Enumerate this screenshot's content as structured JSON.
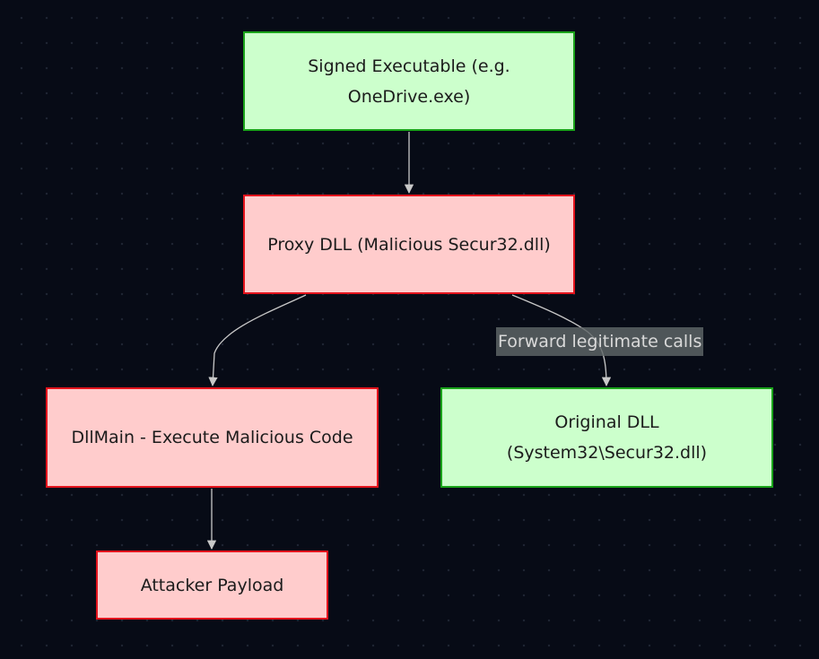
{
  "nodes": {
    "signed_executable": {
      "label": "Signed Executable (e.g. OneDrive.exe)",
      "color": "#ccffcc",
      "border": "#1aa31a"
    },
    "proxy_dll": {
      "label": "Proxy DLL (Malicious Secur32.dll)",
      "color": "#ffcccc",
      "border": "#e3131c"
    },
    "dllmain": {
      "label": "DllMain - Execute Malicious Code",
      "color": "#ffcccc",
      "border": "#e3131c"
    },
    "original_dll": {
      "label": "Original DLL (System32\\Secur32.dll)",
      "color": "#ccffcc",
      "border": "#1aa31a"
    },
    "attacker_payload": {
      "label": "Attacker Payload",
      "color": "#ffcccc",
      "border": "#e3131c"
    }
  },
  "edges": [
    {
      "from": "signed_executable",
      "to": "proxy_dll",
      "label": ""
    },
    {
      "from": "proxy_dll",
      "to": "dllmain",
      "label": ""
    },
    {
      "from": "proxy_dll",
      "to": "original_dll",
      "label": "Forward legitimate calls"
    },
    {
      "from": "dllmain",
      "to": "attacker_payload",
      "label": ""
    }
  ],
  "colors": {
    "background": "#070b16",
    "edge": "#c8c8c8",
    "edge_label_background": "#5f6668"
  }
}
